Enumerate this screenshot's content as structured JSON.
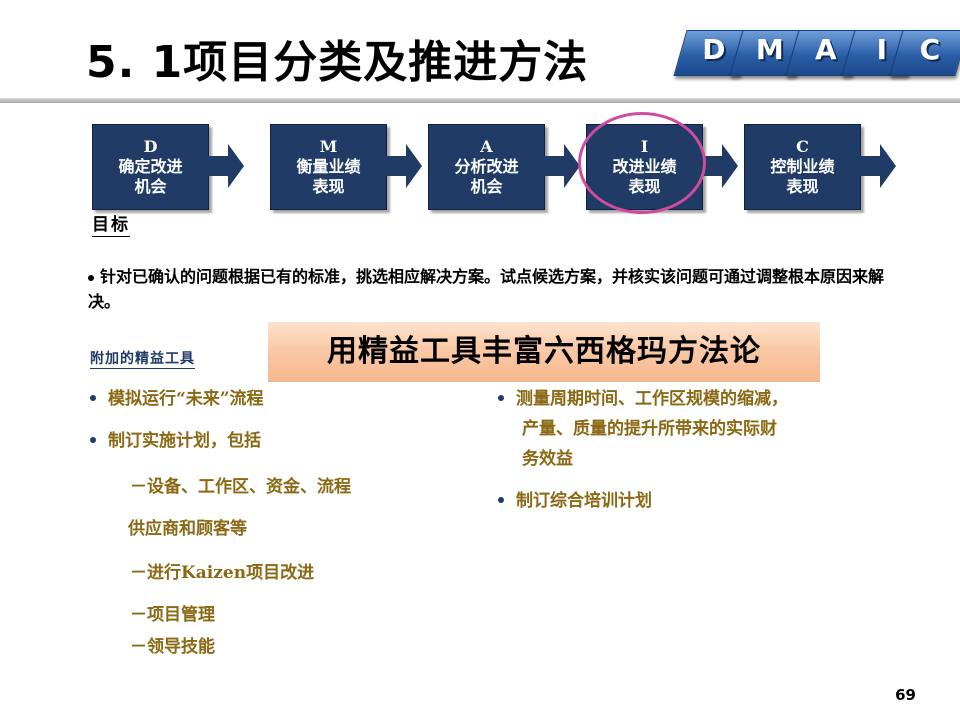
{
  "title": "5. 1项目分类及推进方法",
  "dmaic_tabs": [
    "D",
    "M",
    "A",
    "I",
    "C"
  ],
  "flow": {
    "steps": [
      {
        "letter": "D",
        "line1": "确定改进",
        "line2": "机会"
      },
      {
        "letter": "M",
        "line1": "衡量业绩",
        "line2": "表现"
      },
      {
        "letter": "A",
        "line1": "分析改进",
        "line2": "机会"
      },
      {
        "letter": "I",
        "line1": "改进业绩",
        "line2": "表现"
      },
      {
        "letter": "C",
        "line1": "控制业绩",
        "line2": "表现"
      }
    ],
    "highlighted_step": "I",
    "colors": {
      "box": "#1f3b66",
      "highlight": "#d04aa0"
    }
  },
  "goal": {
    "heading": "目标",
    "text": "针对已确认的问题根据已有的标准，挑选相应解决方案。试点候选方案，并核实该问题可通过调整根本原因来解决。"
  },
  "banner": "用精益工具丰富六西格玛方法论",
  "tools": {
    "heading": "附加的精益工具",
    "left": [
      "模拟运行“未来”流程",
      "制订实施计划，包括",
      "－设备、工作区、资金、流程",
      "供应商和顾客等",
      "－进行Kaizen项目改进",
      "－项目管理",
      "－领导技能"
    ],
    "right": [
      "测量周期时间、工作区规模的缩减，",
      "产量、质量的提升所带来的实际财",
      "务效益",
      "制订综合培训计划"
    ],
    "text_color": "#8b6914"
  },
  "page_number": "69"
}
